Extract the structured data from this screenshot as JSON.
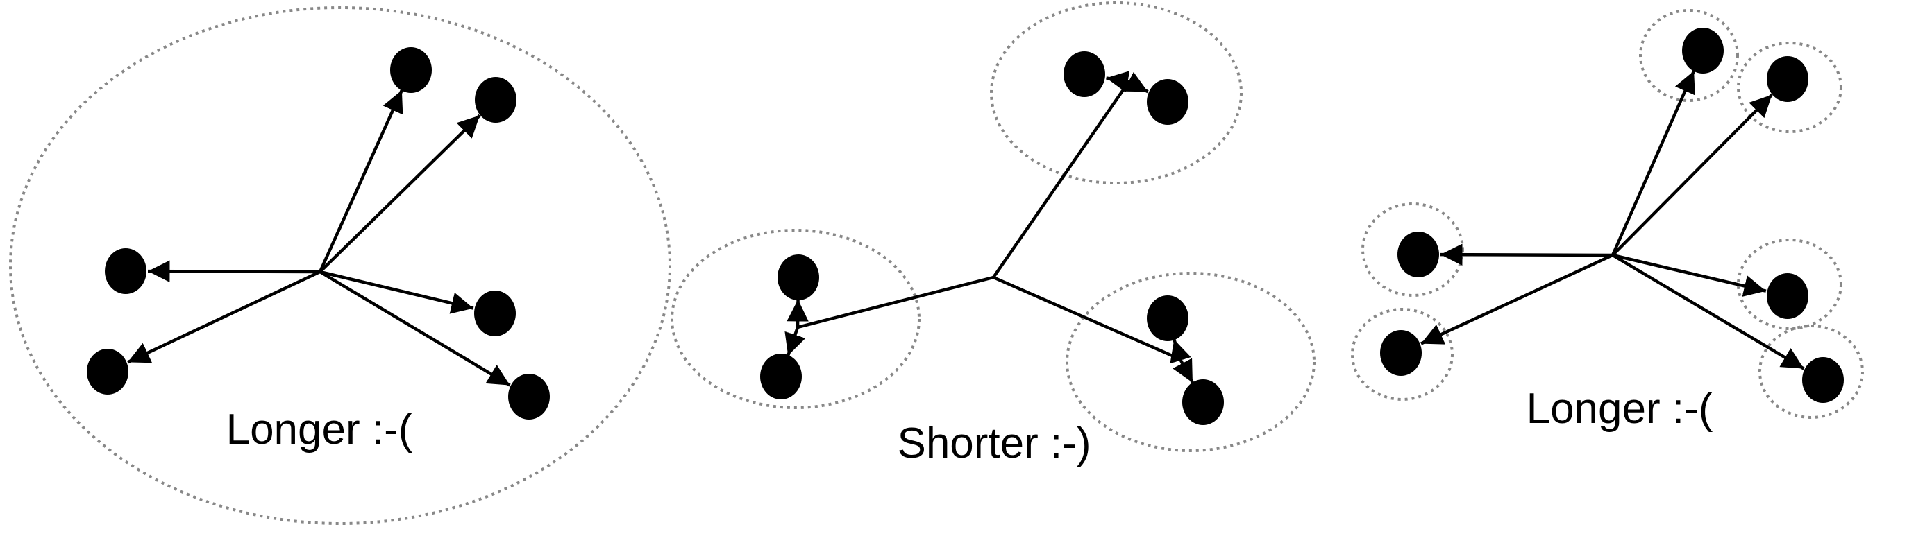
{
  "colors": {
    "node": "#000000",
    "edge": "#000000",
    "cluster_outline": "#888888",
    "background": "#ffffff"
  },
  "panels": [
    {
      "id": "longer-single-cluster",
      "caption": "Longer :-(",
      "description": "Hub with arrows to six nodes, all enclosed in one large cluster",
      "hub": "h",
      "nodes": [
        "n1",
        "n2",
        "n3",
        "n4",
        "n5",
        "n6"
      ],
      "edges": [
        {
          "from": "h",
          "to": "n1"
        },
        {
          "from": "h",
          "to": "n2"
        },
        {
          "from": "h",
          "to": "n3"
        },
        {
          "from": "h",
          "to": "n4"
        },
        {
          "from": "h",
          "to": "n5"
        },
        {
          "from": "h",
          "to": "n6"
        }
      ],
      "clusters": [
        {
          "members": [
            "n1",
            "n2",
            "n3",
            "n4",
            "n5",
            "n6"
          ]
        }
      ]
    },
    {
      "id": "shorter-paired-clusters",
      "caption": "Shorter :-)",
      "description": "Hub with three edges to three clusters of two nodes each; inside each cluster a double-headed split to both nodes",
      "hub": "h",
      "nodes": [
        "a1",
        "a2",
        "b1",
        "b2",
        "c1",
        "c2"
      ],
      "edges": [
        {
          "from": "h",
          "to": "cluster-a"
        },
        {
          "from": "h",
          "to": "cluster-b"
        },
        {
          "from": "h",
          "to": "cluster-c"
        },
        {
          "from": "cluster-a",
          "to": "a1"
        },
        {
          "from": "cluster-a",
          "to": "a2"
        },
        {
          "from": "cluster-b",
          "to": "b1"
        },
        {
          "from": "cluster-b",
          "to": "b2"
        },
        {
          "from": "cluster-c",
          "to": "c1"
        },
        {
          "from": "cluster-c",
          "to": "c2"
        }
      ],
      "clusters": [
        {
          "members": [
            "a1",
            "a2"
          ]
        },
        {
          "members": [
            "b1",
            "b2"
          ]
        },
        {
          "members": [
            "c1",
            "c2"
          ]
        }
      ]
    },
    {
      "id": "longer-individual-clusters",
      "caption": "Longer :-(",
      "description": "Hub with arrows to six nodes, each node in its own small cluster",
      "hub": "h",
      "nodes": [
        "n1",
        "n2",
        "n3",
        "n4",
        "n5",
        "n6"
      ],
      "edges": [
        {
          "from": "h",
          "to": "n1"
        },
        {
          "from": "h",
          "to": "n2"
        },
        {
          "from": "h",
          "to": "n3"
        },
        {
          "from": "h",
          "to": "n4"
        },
        {
          "from": "h",
          "to": "n5"
        },
        {
          "from": "h",
          "to": "n6"
        }
      ],
      "clusters": [
        {
          "members": [
            "n1"
          ]
        },
        {
          "members": [
            "n2"
          ]
        },
        {
          "members": [
            "n3"
          ]
        },
        {
          "members": [
            "n4"
          ]
        },
        {
          "members": [
            "n5"
          ]
        },
        {
          "members": [
            "n6"
          ]
        }
      ]
    }
  ]
}
